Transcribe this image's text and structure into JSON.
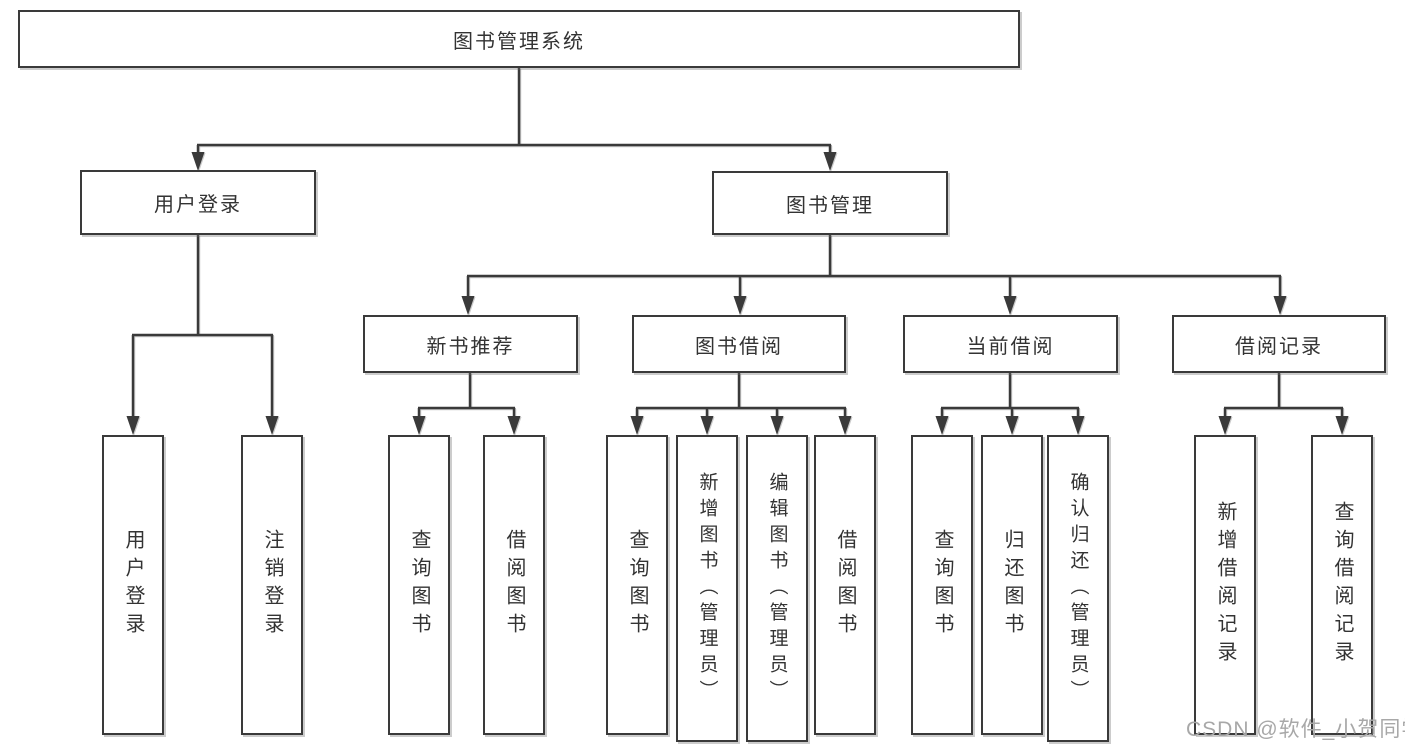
{
  "diagram": {
    "root": {
      "label": "图书管理系统"
    },
    "level2": [
      {
        "id": "user-login",
        "label": "用户登录"
      },
      {
        "id": "book-management",
        "label": "图书管理"
      }
    ],
    "level3": [
      {
        "id": "new-book-recommend",
        "label": "新书推荐",
        "parent": "图书管理"
      },
      {
        "id": "book-borrowing",
        "label": "图书借阅",
        "parent": "图书管理"
      },
      {
        "id": "current-borrowing",
        "label": "当前借阅",
        "parent": "图书管理"
      },
      {
        "id": "borrowing-records",
        "label": "借阅记录",
        "parent": "图书管理"
      }
    ],
    "leaves": [
      {
        "id": "leaf-user-login",
        "label": "用户登录",
        "parent": "用户登录"
      },
      {
        "id": "leaf-logout",
        "label": "注销登录",
        "parent": "用户登录"
      },
      {
        "id": "leaf-query-books-recommend",
        "label": "查询图书",
        "parent": "新书推荐"
      },
      {
        "id": "leaf-borrow-books-recommend",
        "label": "借阅图书",
        "parent": "新书推荐"
      },
      {
        "id": "leaf-query-books-borrowing",
        "label": "查询图书",
        "parent": "图书借阅"
      },
      {
        "id": "leaf-add-books-admin",
        "label": "新增图书（管理员）",
        "parent": "图书借阅"
      },
      {
        "id": "leaf-edit-books-admin",
        "label": "编辑图书（管理员）",
        "parent": "图书借阅"
      },
      {
        "id": "leaf-borrow-books-borrowing",
        "label": "借阅图书",
        "parent": "图书借阅"
      },
      {
        "id": "leaf-query-books-current",
        "label": "查询图书",
        "parent": "当前借阅"
      },
      {
        "id": "leaf-return-books",
        "label": "归还图书",
        "parent": "当前借阅"
      },
      {
        "id": "leaf-confirm-return-admin",
        "label": "确认归还（管理员）",
        "parent": "当前借阅"
      },
      {
        "id": "leaf-add-borrowing-record",
        "label": "新增借阅记录",
        "parent": "借阅记录"
      },
      {
        "id": "leaf-query-borrowing-record",
        "label": "查询借阅记录",
        "parent": "借阅记录"
      }
    ]
  },
  "watermark": "CSDN @软件_小贺同学",
  "colors": {
    "line": "#3a3a3a",
    "box_border": "#3a3a3a",
    "box_fill": "#ffffff",
    "text": "#333333",
    "watermark": "#a8a8a8",
    "bg": "#ffffff"
  }
}
